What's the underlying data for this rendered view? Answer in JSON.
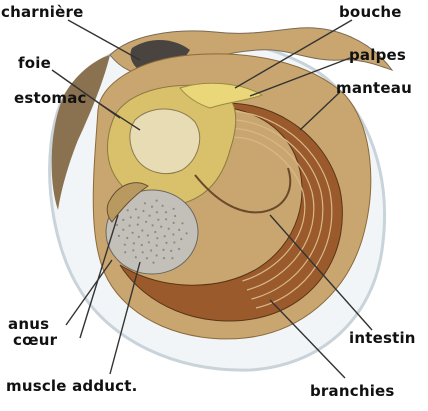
{
  "labels": {
    "charniere": "charnière",
    "bouche": "bouche",
    "foie": "foie",
    "palpes": "palpes",
    "estomac": "estomac",
    "manteau": "manteau",
    "anus": "anus",
    "coeur": "cœur",
    "intestin": "intestin",
    "muscle": "muscle adduct.",
    "branchies": "branchies"
  },
  "colors": {
    "shell_outer": "#f2f5f7",
    "shell_edge": "#c9d3da",
    "hinge": "#4a4440",
    "mantle": "#c9a670",
    "gills": "#9a5a2c",
    "digestive": "#d9c06a",
    "stomach": "#e8dcb4",
    "muscle": "#c2c0b8",
    "palps": "#e9d77a",
    "lines": "#333333"
  }
}
